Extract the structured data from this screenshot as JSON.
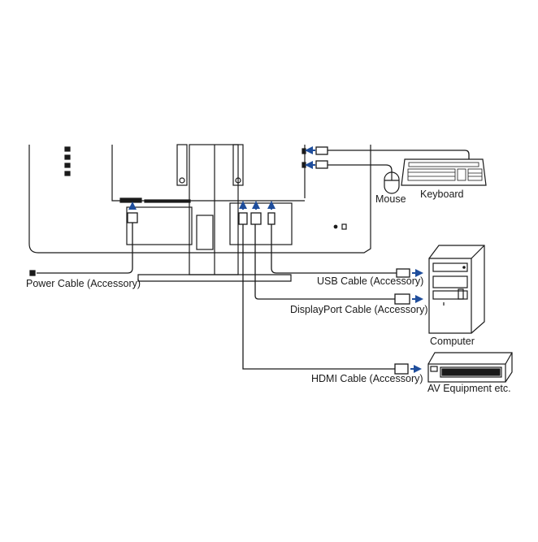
{
  "labels": {
    "mouse": "Mouse",
    "keyboard": "Keyboard",
    "power_cable": "Power Cable (Accessory)",
    "usb_cable": "USB Cable (Accessory)",
    "displayport_cable": "DisplayPort Cable (Accessory)",
    "hdmi_cable": "HDMI Cable (Accessory)",
    "computer": "Computer",
    "av_equipment": "AV Equipment etc."
  },
  "colors": {
    "line": "#1a1a1a",
    "arrow": "#1f4e9c",
    "background": "#ffffff"
  }
}
